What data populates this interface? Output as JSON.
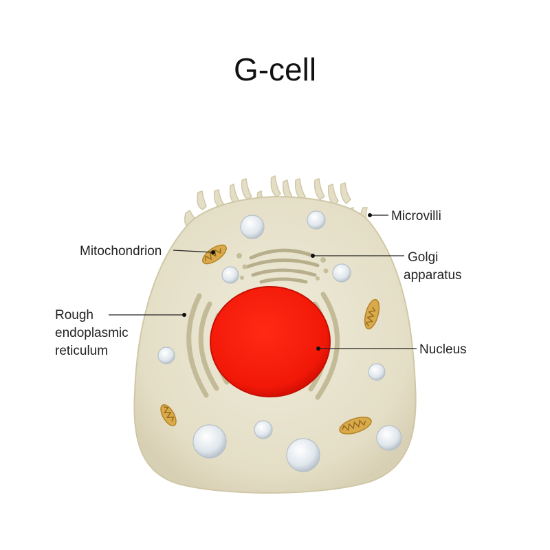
{
  "title": "G-cell",
  "labels": {
    "microvilli": "Microvilli",
    "mitochondrion": "Mitochondrion",
    "golgi": [
      "Golgi",
      "apparatus"
    ],
    "rough_er": [
      "Rough",
      "endoplasmic",
      "reticulum"
    ],
    "nucleus": "Nucleus"
  },
  "colors": {
    "cytoplasm": "#e7e2cc",
    "cell_outline": "#cfc7a6",
    "nucleus": "#ff1a0a",
    "mitochondrion": "#d9a94a",
    "vesicle": "#dde4ea",
    "organelle_line": "#b7ae8c"
  }
}
